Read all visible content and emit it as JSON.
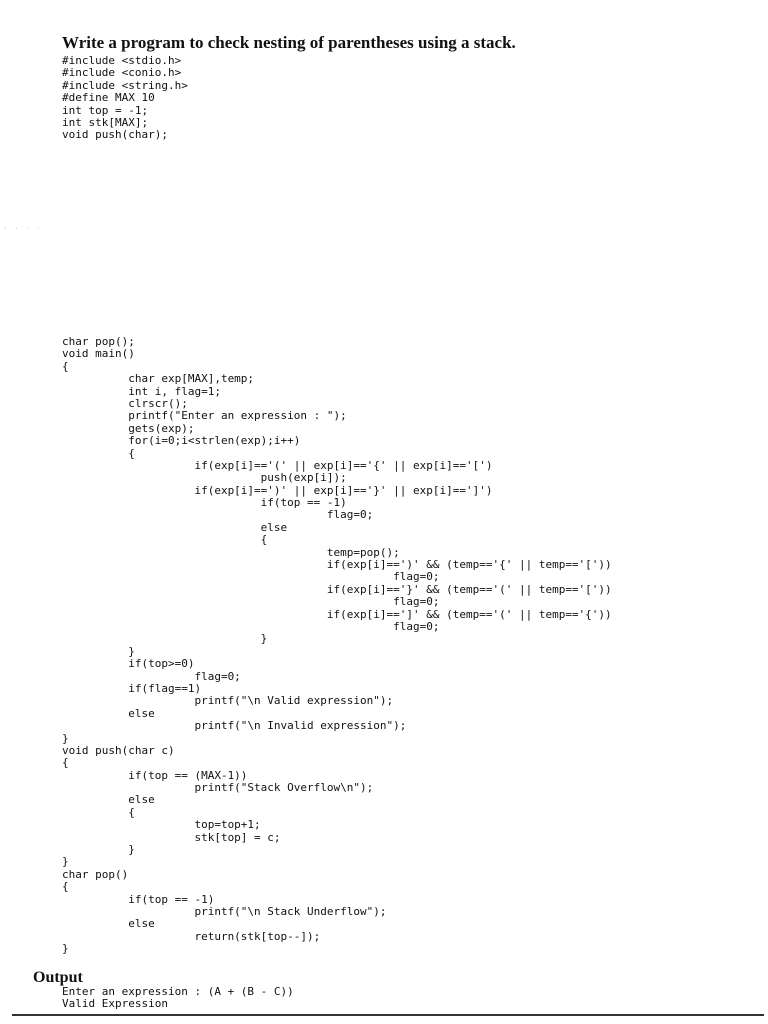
{
  "title": "Write a program to check nesting of parentheses using a stack.",
  "code_part1": [
    "#include <stdio.h>",
    "#include <conio.h>",
    "#include <string.h>",
    "#define MAX 10",
    "int top = -1;",
    "int stk[MAX];",
    "void push(char);"
  ],
  "page_dots": ". . . .",
  "code_part2": [
    "char pop();",
    "void main()",
    "{",
    "          char exp[MAX],temp;",
    "          int i, flag=1;",
    "          clrscr();",
    "          printf(\"Enter an expression : \");",
    "          gets(exp);",
    "          for(i=0;i<strlen(exp);i++)",
    "          {",
    "                    if(exp[i]=='(' || exp[i]=='{' || exp[i]=='[')",
    "                              push(exp[i]);",
    "                    if(exp[i]==')' || exp[i]=='}' || exp[i]==']')",
    "                              if(top == -1)",
    "                                        flag=0;",
    "                              else",
    "                              {",
    "                                        temp=pop();",
    "                                        if(exp[i]==')' && (temp=='{' || temp=='['))",
    "                                                  flag=0;",
    "                                        if(exp[i]=='}' && (temp=='(' || temp=='['))",
    "                                                  flag=0;",
    "                                        if(exp[i]==']' && (temp=='(' || temp=='{'))",
    "                                                  flag=0;",
    "                              }",
    "          }",
    "          if(top>=0)",
    "                    flag=0;",
    "          if(flag==1)",
    "                    printf(\"\\n Valid expression\");",
    "          else",
    "                    printf(\"\\n Invalid expression\");",
    "}",
    "void push(char c)",
    "{",
    "          if(top == (MAX-1))",
    "                    printf(\"Stack Overflow\\n\");",
    "          else",
    "          {",
    "                    top=top+1;",
    "                    stk[top] = c;",
    "          }",
    "}",
    "char pop()",
    "{",
    "          if(top == -1)",
    "                    printf(\"\\n Stack Underflow\");",
    "          else",
    "                    return(stk[top--]);",
    "}"
  ],
  "output": {
    "heading": "Output",
    "lines": [
      "Enter an expression : (A + (B - C))",
      "Valid Expression"
    ]
  }
}
